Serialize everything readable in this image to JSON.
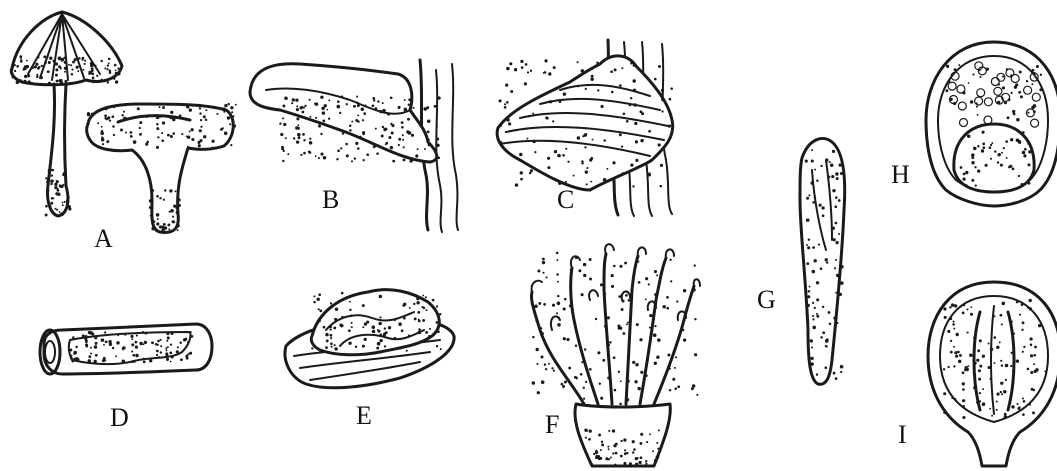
{
  "figure": {
    "labels": {
      "a": "A",
      "b": "B",
      "c": "C",
      "d": "D",
      "e": "E",
      "f": "F",
      "g": "G",
      "h": "H",
      "i": "I"
    }
  },
  "colors": {
    "ink": "#1a1a1a",
    "background": "#ffffff"
  }
}
